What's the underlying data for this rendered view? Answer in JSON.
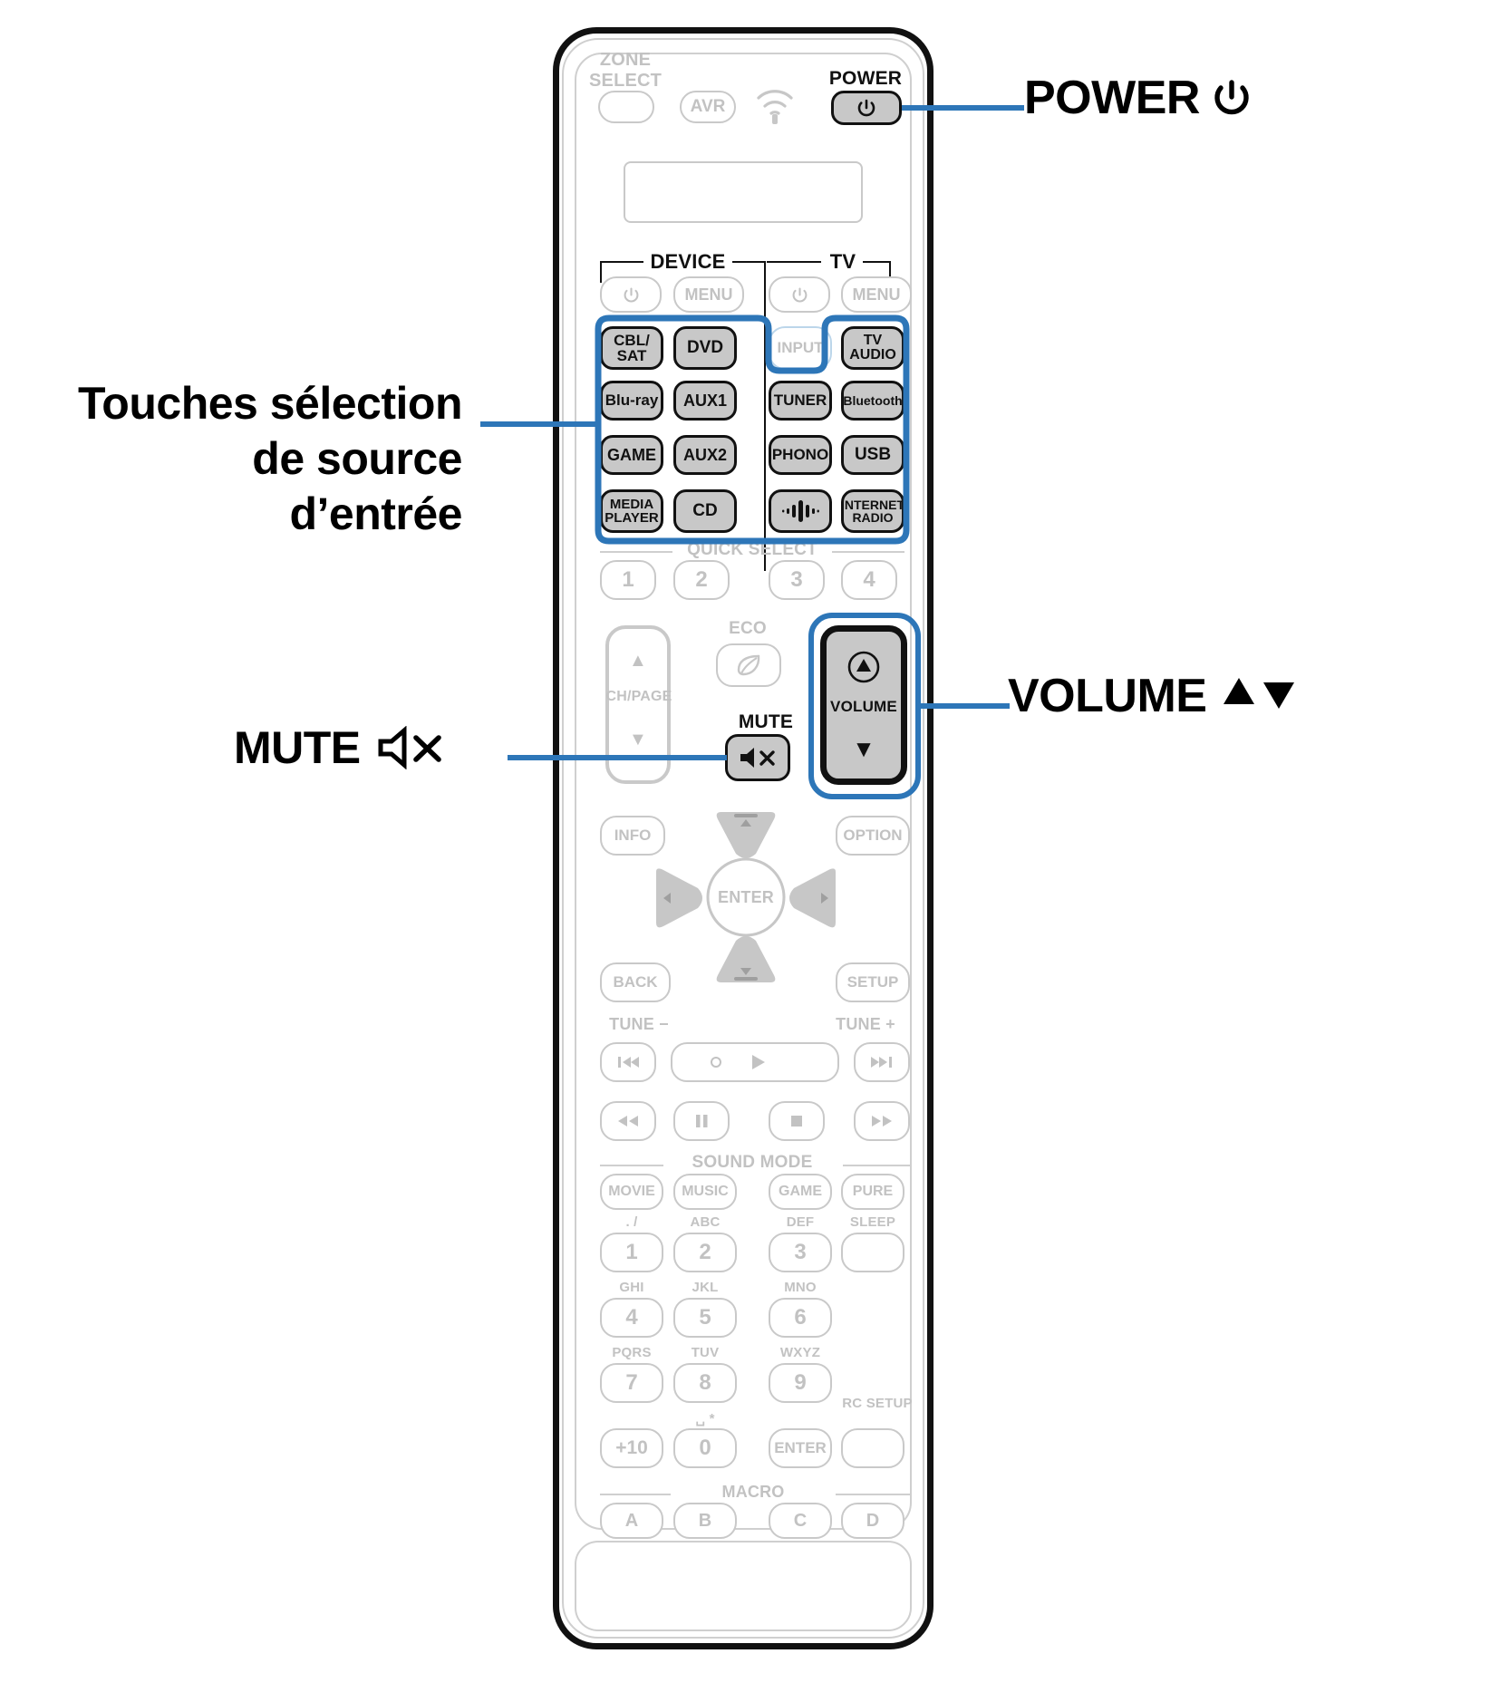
{
  "document": {
    "kind": "remote-control-diagram",
    "language": "fr",
    "accent_color": "#2d76b8",
    "highlight_fill": "#c8c8c8",
    "inactive_color": "#c2c2c2"
  },
  "callouts": {
    "power": {
      "label": "POWER",
      "icon": "power-icon",
      "glyph": "⏻"
    },
    "source_select": {
      "line1": "Touches sélection",
      "line2": "de source",
      "line3": "d’entrée"
    },
    "mute": {
      "label": "MUTE",
      "icon": "mute-icon"
    },
    "volume": {
      "label": "VOLUME",
      "icon": "volume-up-down-icon",
      "glyph": "▲▼"
    }
  },
  "remote": {
    "top_row": {
      "zone_select_label_line1": "ZONE",
      "zone_select_label_line2": "SELECT",
      "zone_select_button": "",
      "avr_button": "AVR",
      "signal_icon": "wifi-signal-icon",
      "power_label": "POWER",
      "power_button_glyph": "⏻"
    },
    "display_window": "",
    "sections": {
      "device_label": "DEVICE",
      "tv_label": "TV",
      "quick_select_label": "QUICK SELECT",
      "sound_mode_label": "SOUND MODE",
      "macro_label": "MACRO"
    },
    "device_row": {
      "power_glyph": "⏻",
      "menu": "MENU"
    },
    "tv_row": {
      "power_glyph": "⏻",
      "menu": "MENU"
    },
    "source_buttons": [
      {
        "id": "cbl-sat",
        "line1": "CBL/",
        "line2": "SAT",
        "highlighted": true
      },
      {
        "id": "dvd",
        "line1": "DVD",
        "line2": "",
        "highlighted": true
      },
      {
        "id": "input",
        "line1": "INPUT",
        "line2": "",
        "highlighted": false
      },
      {
        "id": "tv-audio",
        "line1": "TV",
        "line2": "AUDIO",
        "highlighted": true
      },
      {
        "id": "blu-ray",
        "line1": "Blu-ray",
        "line2": "",
        "highlighted": true
      },
      {
        "id": "aux1",
        "line1": "AUX1",
        "line2": "",
        "highlighted": true
      },
      {
        "id": "tuner",
        "line1": "TUNER",
        "line2": "",
        "highlighted": true
      },
      {
        "id": "bluetooth",
        "line1": "Bluetooth",
        "line2": "",
        "highlighted": true
      },
      {
        "id": "game",
        "line1": "GAME",
        "line2": "",
        "highlighted": true
      },
      {
        "id": "aux2",
        "line1": "AUX2",
        "line2": "",
        "highlighted": true
      },
      {
        "id": "phono",
        "line1": "PHONO",
        "line2": "",
        "highlighted": true
      },
      {
        "id": "usb",
        "line1": "USB",
        "line2": "",
        "highlighted": true
      },
      {
        "id": "media-player",
        "line1": "MEDIA",
        "line2": "PLAYER",
        "highlighted": true
      },
      {
        "id": "cd",
        "line1": "CD",
        "line2": "",
        "highlighted": true
      },
      {
        "id": "heos",
        "line1": "",
        "line2": "",
        "highlighted": true,
        "icon": "heos-waveform-icon"
      },
      {
        "id": "internet-radio",
        "line1": "INTERNET",
        "line2": "RADIO",
        "highlighted": true
      }
    ],
    "quick_select": [
      "1",
      "2",
      "3",
      "4"
    ],
    "ch_page": {
      "label": "CH/PAGE",
      "up": "▲",
      "down": "▼"
    },
    "eco": {
      "label": "ECO",
      "icon": "leaf-icon"
    },
    "mute_button": {
      "label": "MUTE",
      "icon": "mute-icon"
    },
    "volume_rocker": {
      "label": "VOLUME",
      "up": "▲",
      "down": "▼"
    },
    "nav": {
      "info": "INFO",
      "option": "OPTION",
      "back": "BACK",
      "setup": "SETUP",
      "enter": "ENTER",
      "up": "▲",
      "down": "▼",
      "left": "◀",
      "right": "▶"
    },
    "transport": {
      "tune_minus": "TUNE −",
      "tune_plus": "TUNE +",
      "prev": "⏮",
      "play": "▶",
      "next": "⏭",
      "rewind": "⏪",
      "pause": "⏸",
      "stop": "■",
      "forward": "⏩"
    },
    "sound_mode": [
      "MOVIE",
      "MUSIC",
      "GAME",
      "PURE"
    ],
    "sleep_label": "SLEEP",
    "keypad": [
      {
        "digit": "1",
        "letters": ". /"
      },
      {
        "digit": "2",
        "letters": "ABC"
      },
      {
        "digit": "3",
        "letters": "DEF"
      },
      {
        "digit": "4",
        "letters": "GHI"
      },
      {
        "digit": "5",
        "letters": "JKL"
      },
      {
        "digit": "6",
        "letters": "MNO"
      },
      {
        "digit": "7",
        "letters": "PQRS"
      },
      {
        "digit": "8",
        "letters": "TUV"
      },
      {
        "digit": "9",
        "letters": "WXYZ"
      },
      {
        "digit": "+10",
        "letters": ""
      },
      {
        "digit": "0",
        "letters": "␣ *"
      },
      {
        "digit": "ENTER",
        "letters": ""
      }
    ],
    "rc_setup_label": "RC SETUP",
    "macro_buttons": [
      "A",
      "B",
      "C",
      "D"
    ]
  }
}
